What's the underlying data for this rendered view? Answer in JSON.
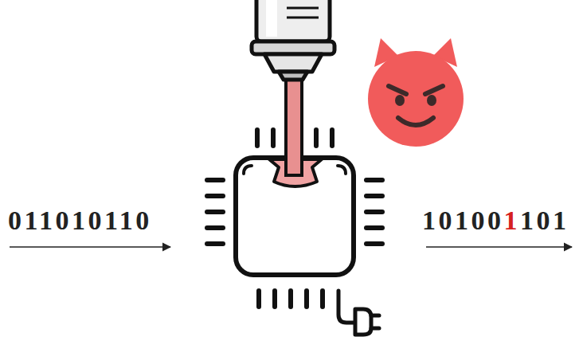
{
  "diagram": {
    "labels": [
      "011010110",
      "10100",
      "1",
      "101"
    ]
  }
}
